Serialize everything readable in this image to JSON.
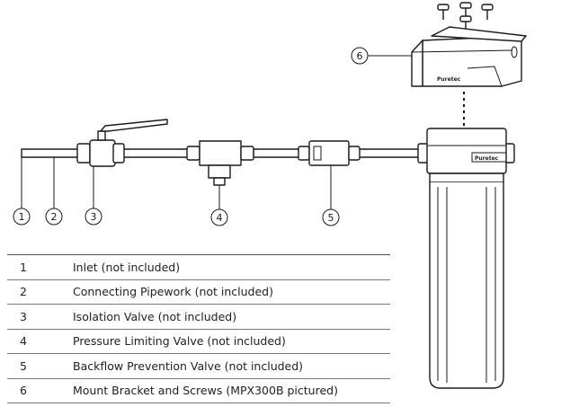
{
  "callouts": [
    {
      "num": "1"
    },
    {
      "num": "2"
    },
    {
      "num": "3"
    },
    {
      "num": "4"
    },
    {
      "num": "5"
    },
    {
      "num": "6"
    }
  ],
  "legend": [
    {
      "num": "1",
      "label": "Inlet (not included)"
    },
    {
      "num": "2",
      "label": "Connecting Pipework (not included)"
    },
    {
      "num": "3",
      "label": "Isolation Valve (not included)"
    },
    {
      "num": "4",
      "label": "Pressure Limiting Valve (not included)"
    },
    {
      "num": "5",
      "label": "Backflow Prevention Valve (not included)"
    },
    {
      "num": "6",
      "label": "Mount Bracket and Screws (MPX300B pictured)"
    }
  ],
  "brand": {
    "bracket_logo": "Puretec",
    "housing_logo": "Puretec"
  }
}
